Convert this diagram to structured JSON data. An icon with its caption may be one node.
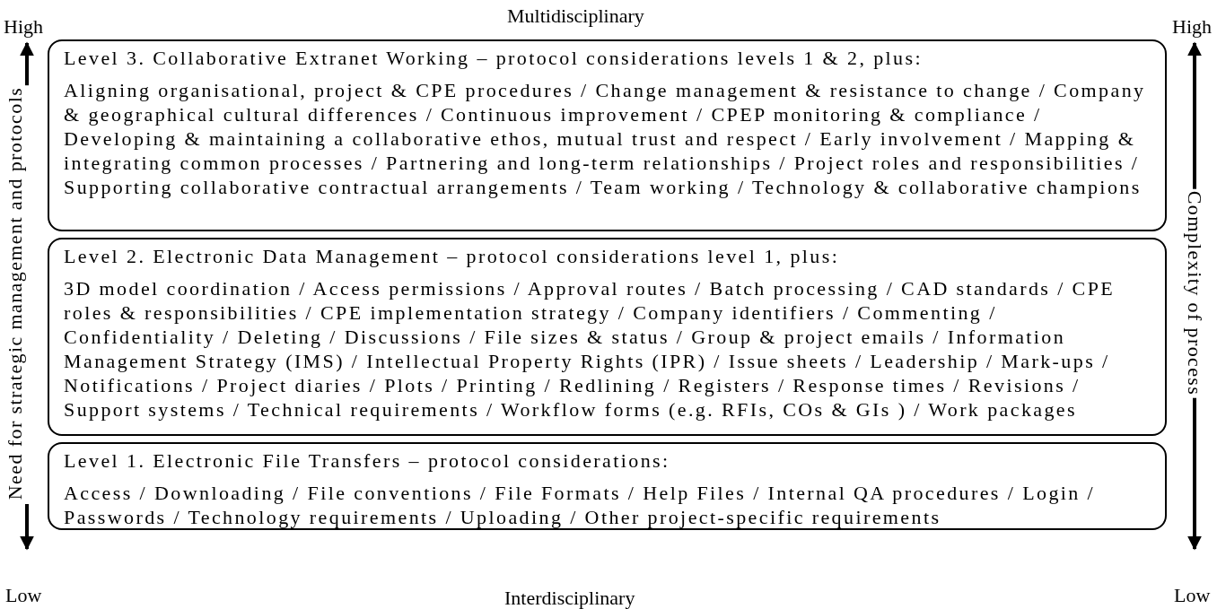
{
  "diagram": {
    "nodes": [
      {
        "text": [
          "Level 3. Collaborative Extranet Working – protocol considerations levels 1 & 2, plus:",
          "Aligning organisational, project & CPE procedures / Change management & resistance to change / Company & geographical cultural differences / Continuous improvement / CPEP monitoring & compliance / Developing & maintaining a collaborative ethos, mutual trust and respect / Early involvement / Mapping & integrating common processes / Partnering and long-term relationships / Project roles and responsibilities / Supporting collaborative contractual arrangements / Team working / Technology & collaborative champions"
        ]
      },
      {
        "text": [
          "Level 2. Electronic Data Management – protocol considerations level 1, plus:",
          "3D model coordination / Access permissions / Approval routes / Batch processing / CAD standards / CPE roles & responsibilities / CPE implementation strategy / Company identifiers / Commenting / Confidentiality / Deleting / Discussions / File sizes & status / Group & project emails / Information Management Strategy (IMS) / Intellectual Property Rights (IPR) / Issue sheets / Leadership / Mark-ups / Notifications / Project diaries / Plots / Printing / Redlining / Registers / Response times / Revisions / Support systems / Technical requirements / Workflow forms (e.g. RFIs, COs & GIs ) / Work packages"
        ]
      },
      {
        "text": [
          "Level 1. Electronic File Transfers – protocol considerations:",
          "Access / Downloading / File conventions / File Formats / Help Files / Internal QA procedures / Login / Passwords / Technology requirements / Uploading / Other project-specific requirements"
        ]
      }
    ],
    "labels": [
      "High",
      "Multidisciplinary",
      "High",
      "Need for strategic management and protocols",
      "Complexity of process",
      "Low",
      "Interdisciplinary",
      "Low"
    ]
  }
}
